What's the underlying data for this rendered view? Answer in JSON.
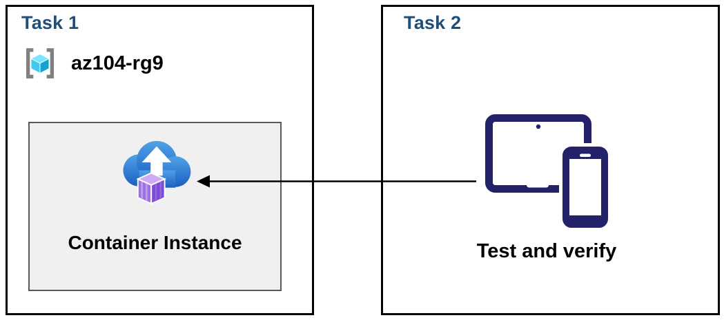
{
  "task1": {
    "title": "Task 1",
    "resource_group": {
      "icon": "resource-group-icon",
      "label": "az104-rg9"
    },
    "container_box": {
      "icon": "container-instance-icon",
      "label": "Container Instance"
    }
  },
  "task2": {
    "title": "Task 2",
    "devices": {
      "icon": "devices-icon",
      "label": "Test and verify"
    }
  },
  "arrow": {
    "name": "task2-to-container-instance-arrow",
    "direction": "left"
  },
  "colors": {
    "task_title": "#1f4e79",
    "box_border": "#000000",
    "inner_box_bg": "#f0f0f0",
    "inner_box_border": "#595959",
    "devices_navy": "#232268",
    "cloud_blue_top": "#4fa1e8",
    "cloud_blue_bottom": "#1c5fc0",
    "cube_purple_top": "#cda9f6",
    "cube_purple_left": "#9f72e4",
    "cube_purple_right": "#7c4bd4",
    "rg_cube_top": "#7be6ff",
    "rg_cube_left": "#3ecbee",
    "rg_cube_right": "#12a3ce",
    "rg_brackets": "#808080",
    "arrow": "#000000"
  }
}
